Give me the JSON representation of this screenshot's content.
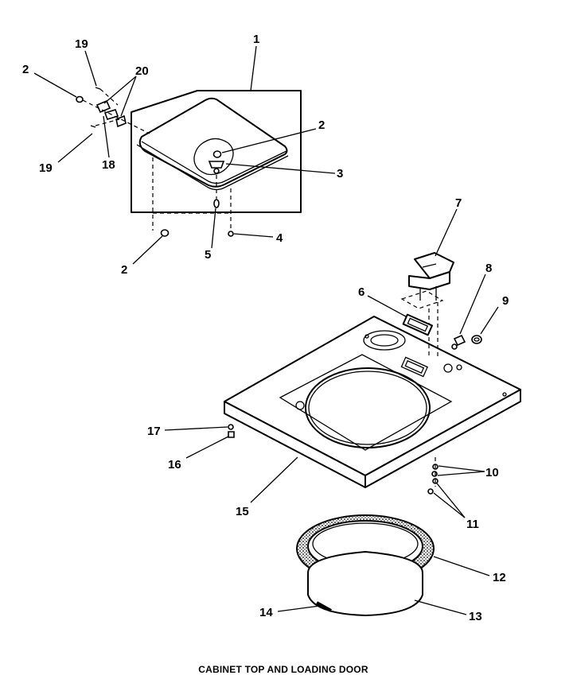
{
  "caption": "CABINET TOP AND LOADING DOOR",
  "callouts": {
    "p1": "1",
    "p2a": "2",
    "p2b": "2",
    "p2c": "2",
    "p3": "3",
    "p4": "4",
    "p5": "5",
    "p6": "6",
    "p7": "7",
    "p8": "8",
    "p9": "9",
    "p10": "10",
    "p11": "11",
    "p12": "12",
    "p13": "13",
    "p14": "14",
    "p15": "15",
    "p16": "16",
    "p17": "17",
    "p18": "18",
    "p19a": "19",
    "p19b": "19",
    "p20": "20"
  },
  "colors": {
    "ink": "#000000",
    "paper": "#ffffff"
  }
}
